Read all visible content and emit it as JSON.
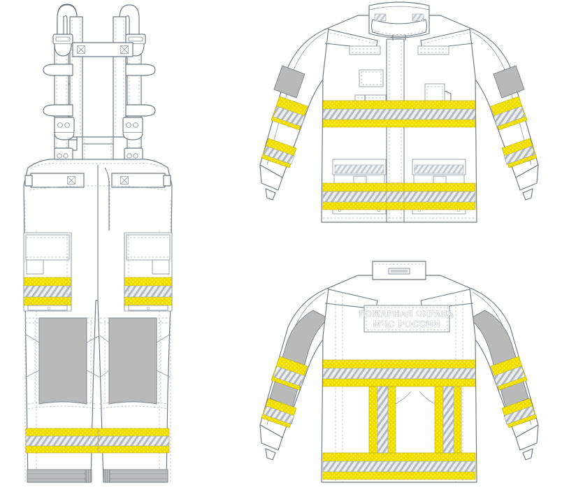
{
  "illustration": {
    "title": "Firefighter protective suit technical flat drawing",
    "views": [
      {
        "id": "trousers-front",
        "label": "Bib trousers, front view"
      },
      {
        "id": "jacket-front",
        "label": "Jacket, front view"
      },
      {
        "id": "jacket-back",
        "label": "Jacket, back view"
      }
    ]
  },
  "back_badge": {
    "line1": "ПОЖАРНАЯ ОХРАНА",
    "line2": "МЧС РОССИИ"
  },
  "colors": {
    "outline": "#6e7780",
    "outline_light": "#9aa3ac",
    "fabric": "#ffffff",
    "reflective_yellow": "#f4e200",
    "reflective_yellow_dark": "#e3cf00",
    "reflective_silver": "#e9ebec",
    "silver_hatch": "#a9b0b6",
    "reinforcement_grey": "#b9b9b9",
    "reinforcement_grey_dark": "#a3a3a3",
    "knit_cuff": "#f4f4f4",
    "stitch": "#b4bbc2"
  },
  "components": {
    "suspender_strap": "Adjustable shoulder strap",
    "suspender_buckle": "Slide buckle",
    "suspender_dring": "D-ring",
    "chest_strap": "Chest cross strap",
    "bartack": "X-box bartack stitch",
    "waist_tab": "Side waist adjustment tab",
    "fly": "Front fly",
    "thigh_pocket": "Cargo thigh pocket",
    "knee_pad": "Knee reinforcement panel",
    "hem_cuff": "Reinforced trouser hem",
    "collar": "Stand-up collar",
    "front_placket": "Storm flap placket",
    "name_tape": "Name tape loop",
    "chest_patch": "Chest patch area",
    "radio_pocket": "Radio pocket",
    "shoulder_yoke": "Shoulder reinforcement",
    "elbow_pad": "Elbow reinforcement panel",
    "knit_wristlet": "Knit wristlet",
    "bellows_pocket": "Bellows cargo pocket",
    "pocket_flap": "Pocket flap",
    "hanger_loop": "Hanger loop",
    "reflective_band": "Retroreflective / fluorescent band"
  }
}
